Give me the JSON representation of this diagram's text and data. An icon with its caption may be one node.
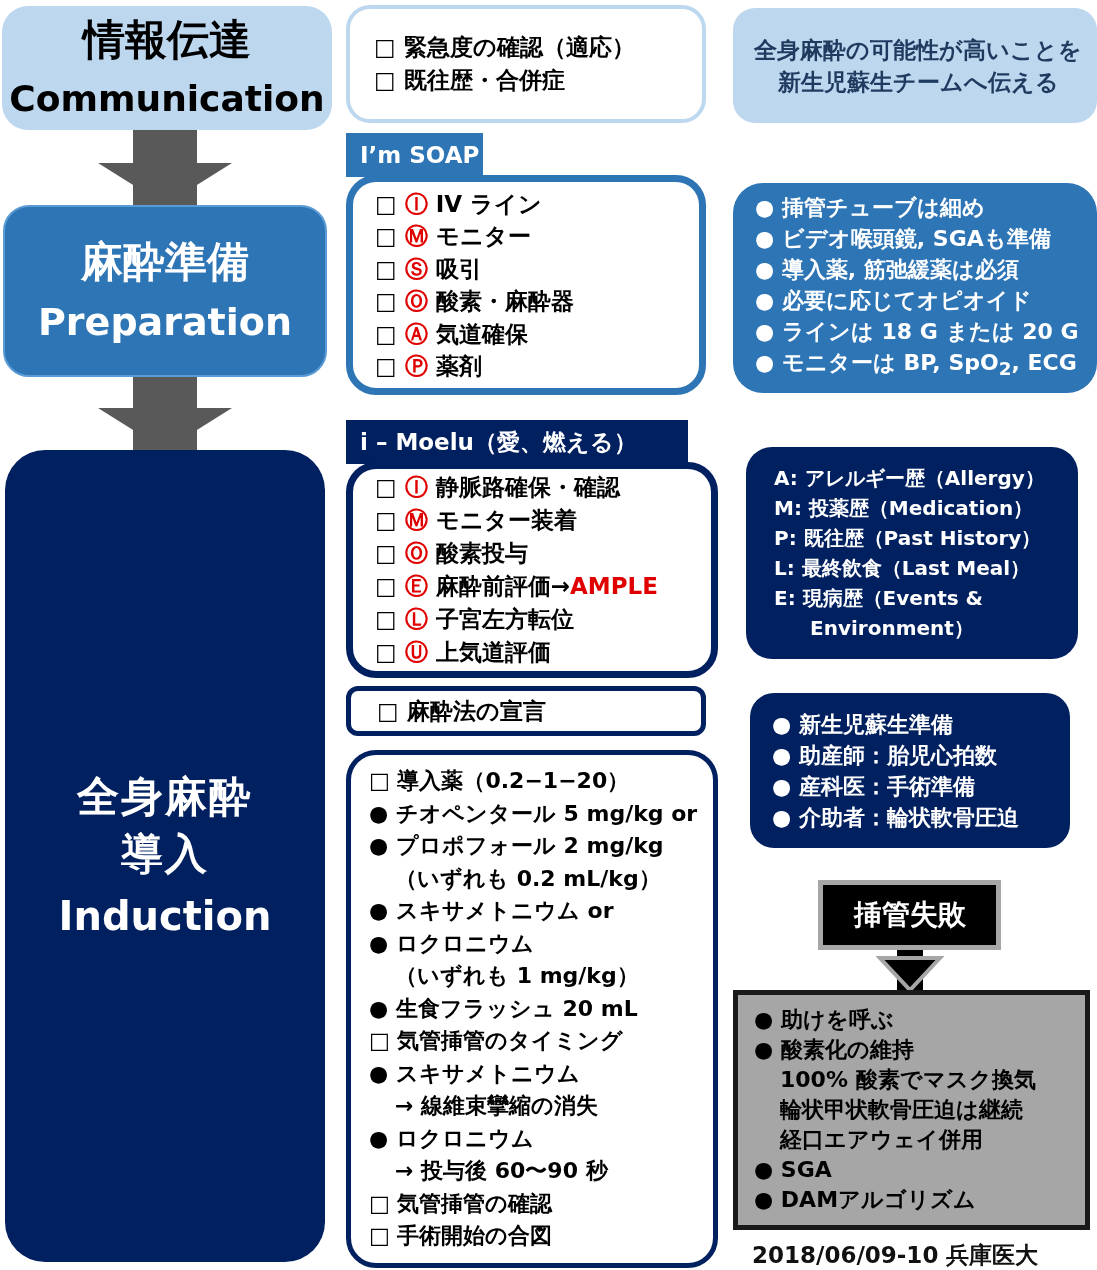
{
  "diagram": {
    "nodes": [
      {
        "text": [
          "情報伝達",
          "Communication"
        ]
      },
      {
        "text": [
          "□ 緊急度の確認（適応）",
          "□ 既往歴・合併症"
        ]
      },
      {
        "text": [
          "全身麻酔の可能性が高いことを新生児蘇生チームへ伝える"
        ]
      },
      {
        "text": [
          "麻酔準備",
          "Preparation"
        ]
      },
      {
        "text": [
          "I’m SOAP",
          "□ Ⓘ IV ライン",
          "□ Ⓜ モニター",
          "□ Ⓢ 吸引",
          "□ Ⓞ 酸素・麻酔器",
          "□ Ⓐ 気道確保",
          "□ Ⓟ 薬剤"
        ]
      },
      {
        "text": [
          "● 挿管チューブは細め",
          "● ビデオ喉頭鏡, SGAも準備",
          "● 導入薬, 筋弛緩薬は必須",
          "● 必要に応じてオピオイド",
          "● ラインは 18 G または 20 G",
          "● モニターは BP, SpO$_{2}$, ECG"
        ]
      },
      {
        "text": [
          "全身麻酔導入",
          "Induction"
        ]
      },
      {
        "text": [
          "i – Moelu（愛、燃える）",
          "□ Ⓘ 静脈路確保・確認",
          "□ Ⓜ モニター装着",
          "□ Ⓞ 酸素投与",
          "□ Ⓔ 麻酔前評価→AMPLE",
          "□ Ⓛ 子宮左方転位",
          "□ Ⓤ 上気道評価"
        ]
      },
      {
        "text": [
          "A: アレルギー歴（Allergy）",
          "M: 投薬歴（Medication）",
          "P: 既往歴（Past History）",
          "L: 最終飲食（Last Meal）",
          "E: 現病歴（Events & Environment）"
        ]
      },
      {
        "text": [
          "□ 麻酔法の宣言"
        ]
      },
      {
        "text": [
          "● 新生児蘇生準備",
          "● 助産師：胎児心拍数",
          "● 産科医：手術準備",
          "● 介助者：輪状軟骨圧迫"
        ]
      },
      {
        "text": [
          "□ 導入薬（0.2−1−20）",
          "● チオペンタール 5 mg/kg or",
          "● プロポフォール 2 mg/kg",
          "（いずれも 0.2 mL/kg）",
          "● スキサメトニウム or",
          "● ロクロニウム",
          "（いずれも 1 mg/kg）",
          "● 生食フラッシュ 20 mL",
          "□ 気管挿管のタイミング",
          "● スキサメトニウム",
          "→ 線維束攣縮の消失",
          "● ロクロニウム",
          "→ 投与後 60〜90 秒",
          "□ 気管挿管の確認",
          "□ 手術開始の合図"
        ]
      },
      {
        "text": [
          "挿管失敗"
        ]
      },
      {
        "text": [
          "● 助けを呼ぶ",
          "● 酸素化の維持",
          "100% 酸素でマスク換気",
          "輪状甲状軟骨圧迫は継続",
          "経口エアウェイ併用",
          "● SGA",
          "● DAMアルゴリズム"
        ]
      }
    ],
    "edges": [
      {
        "from": 0,
        "to": 3,
        "arrow": "to"
      },
      {
        "from": 3,
        "to": 6,
        "arrow": "to"
      },
      {
        "from": 12,
        "to": 13,
        "arrow": "to"
      }
    ],
    "labels": [
      "2018/06/09-10 兵庫医大"
    ]
  }
}
